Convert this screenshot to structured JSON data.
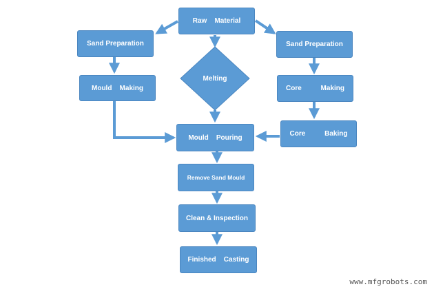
{
  "colors": {
    "box_fill": "#5b9bd5",
    "box_border": "#4a86c0",
    "arrow": "#5b9bd5",
    "text": "#ffffff"
  },
  "nodes": {
    "raw_material": "Raw    Material",
    "sand_prep_left": "Sand Preparation",
    "mould_making": "Mould    Making",
    "melting": "Melting",
    "sand_prep_right": "Sand Preparation",
    "core_making": "Core          Making",
    "core_baking": "Core          Baking",
    "mould_pouring": "Mould    Pouring",
    "remove_sand_mould": "Remove Sand Mould",
    "clean_inspection": "Clean & Inspection",
    "finished_casting": "Finished    Casting"
  },
  "watermark": "www.mfgrobots.com"
}
